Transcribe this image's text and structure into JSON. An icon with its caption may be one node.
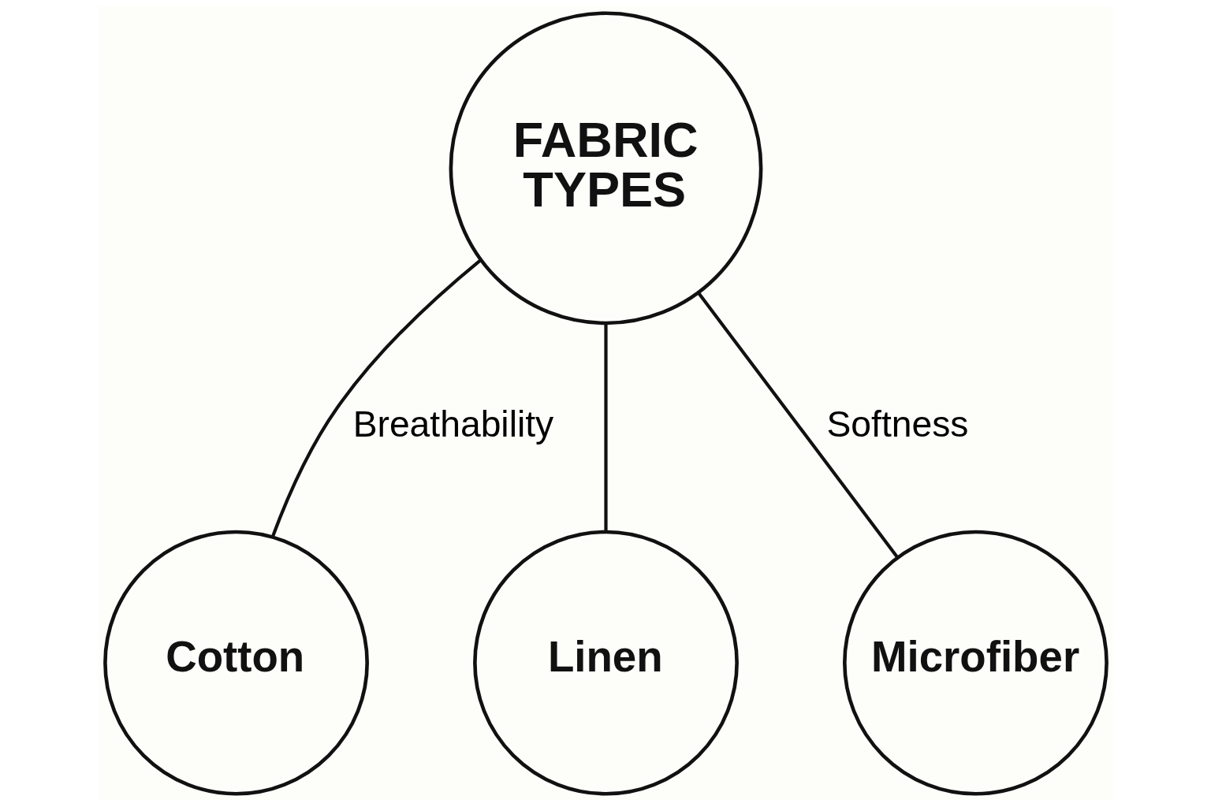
{
  "diagram": {
    "nodes": [
      {
        "text": [
          "FABRIC TYPES"
        ]
      },
      {
        "text": [
          "Cotton"
        ]
      },
      {
        "text": [
          "Linen"
        ]
      },
      {
        "text": [
          "Microfiber"
        ]
      }
    ],
    "edges": [
      {
        "from": 0,
        "to": 1,
        "arrow": "none",
        "label": "Breathability"
      },
      {
        "from": 0,
        "to": 2,
        "arrow": "none"
      },
      {
        "from": 0,
        "to": 3,
        "arrow": "none",
        "label": "Softness"
      }
    ]
  }
}
